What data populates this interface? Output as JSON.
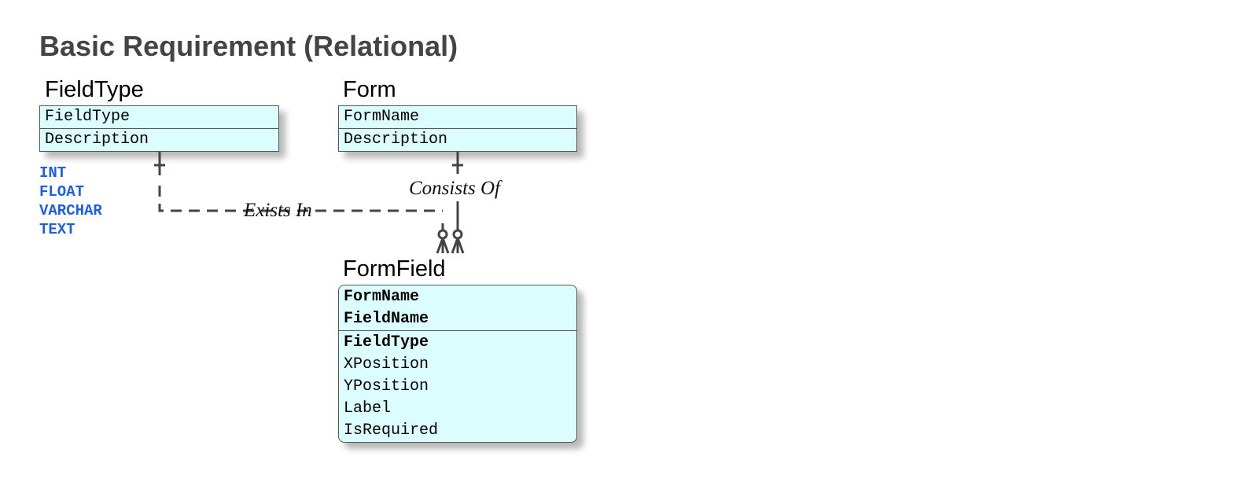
{
  "title": "Basic Requirement (Relational)",
  "entities": {
    "fieldtype": {
      "name": "FieldType",
      "attributes": [
        "FieldType",
        "Description"
      ]
    },
    "form": {
      "name": "Form",
      "attributes": [
        "FormName",
        "Description"
      ]
    },
    "formfield": {
      "name": "FormField",
      "key_attributes": [
        "FormName",
        "FieldName"
      ],
      "attributes": [
        "FieldType",
        "XPosition",
        "YPosition",
        "Label",
        "IsRequired"
      ]
    }
  },
  "fieldtype_values": [
    "INT",
    "FLOAT",
    "VARCHAR",
    "TEXT"
  ],
  "relationships": {
    "exists_in": "Exists In",
    "consists_of": "Consists Of"
  },
  "colors": {
    "entity_fill": "#dcfdfd",
    "entity_border": "#555555",
    "title": "#444444",
    "enum_values": "#1a5fe6",
    "connector": "#444444"
  }
}
